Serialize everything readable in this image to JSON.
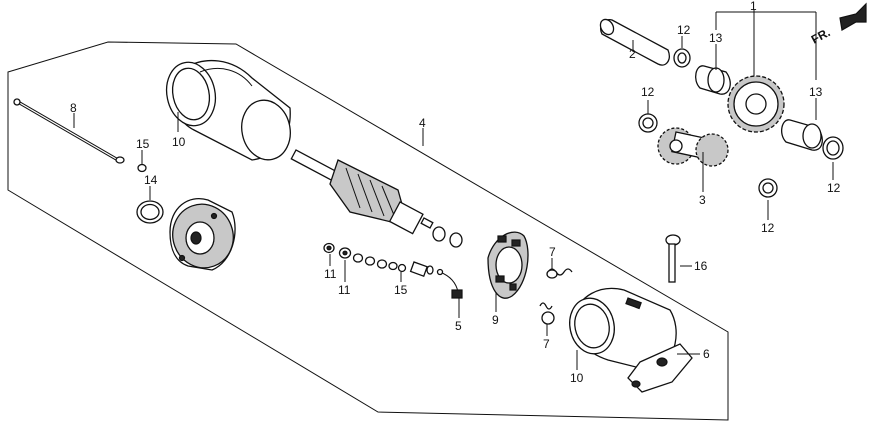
{
  "direction_indicator": {
    "label": "FR."
  },
  "callouts": {
    "c1": "1",
    "c2": "2",
    "c3": "3",
    "c4": "4",
    "c5": "5",
    "c6": "6",
    "c7a": "7",
    "c7b": "7",
    "c8": "8",
    "c9": "9",
    "c10a": "10",
    "c10b": "10",
    "c11a": "11",
    "c11b": "11",
    "c12a": "12",
    "c12b": "12",
    "c12c": "12",
    "c12d": "12",
    "c13a": "13",
    "c13b": "13",
    "c14": "14",
    "c15a": "15",
    "c15b": "15",
    "c16": "16"
  }
}
